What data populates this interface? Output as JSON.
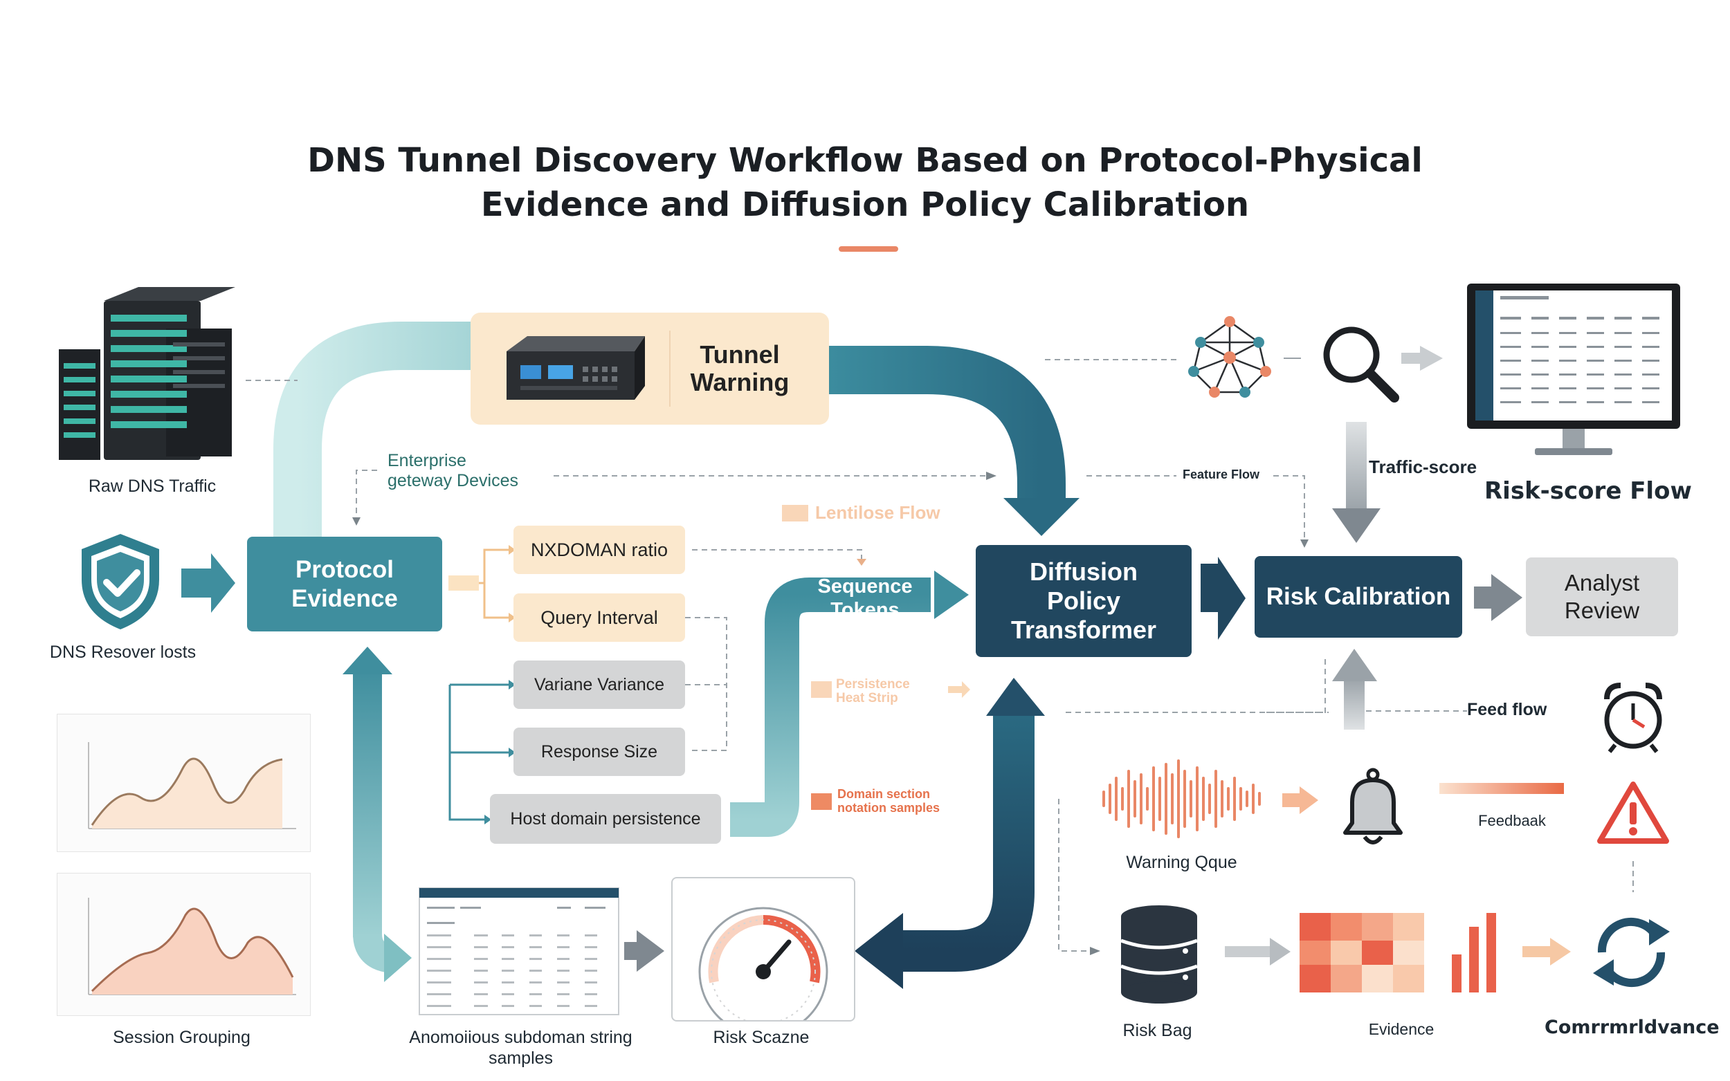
{
  "title": {
    "line1": "DNS Tunnel Discovery Workflow Based on Protocol-Physical",
    "line2": "Evidence and Diffusion Policy Calibration"
  },
  "labels": {
    "raw_dns_traffic": "Raw DNS Traffic",
    "dns_resolver_hosts": "DNS Resover losts",
    "session_grouping": "Session Grouping",
    "tunnel_warning": "Tunnel Warning",
    "enterprise_gateway_line1": "Enterprise",
    "enterprise_gateway_line2": "geteway Devices",
    "protocol_evidence": "Protocol Evidence",
    "lentilose_flow": "Lentilose Flow",
    "feature_flow": "Feature Flow",
    "traffic_score": "Traffic-score",
    "risk_score_flow": "Risk-score Flow",
    "sequence_tokens": "Sequence Tokens",
    "diffusion_policy_transformer": "Diffusion Policy Transformer",
    "risk_calibration": "Risk Calibration",
    "analyst_review": "Analyst Review",
    "persistence_heat_strip": "Persistence Heat Strip",
    "domain_section_notation": "Domain section notation samples",
    "feed_flow": "Feed flow",
    "warning_queue": "Warning Qque",
    "feedback": "Feedbaak",
    "risk_bag": "Risk Bag",
    "evidence": "Evidence",
    "commandvance": "Comrrmrldvance",
    "anomalous_samples": "Anomoiious subdoman string samples",
    "risk_scazne": "Risk Scazne"
  },
  "features": [
    "NXDOMAN ratio",
    "Query Interval",
    "Variane Variance",
    "Response Size",
    "Host domain persistence"
  ],
  "icons": {
    "server": "server-rack-icon",
    "shield": "shield-check-icon",
    "appliance": "network-appliance-icon",
    "neural_net": "neural-network-icon",
    "search": "magnifier-icon",
    "monitor": "monitor-dashboard-icon",
    "gauge": "gauge-icon",
    "bell": "bell-icon",
    "clock": "alarm-clock-icon",
    "warning": "warning-triangle-icon",
    "database": "database-icon",
    "refresh": "refresh-cycle-icon",
    "waveform": "waveform-icon"
  },
  "colors": {
    "dark_navy": "#21475f",
    "teal": "#3f8e9e",
    "light_teal": "#b7e0e0",
    "accent_orange": "#e98766",
    "sand": "#fbe8cd"
  }
}
